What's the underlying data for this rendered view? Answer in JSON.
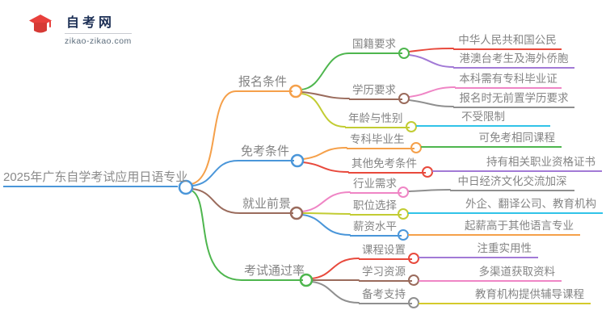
{
  "logo": {
    "title": "自考网",
    "domain": "zikao-zikao.com"
  },
  "root": {
    "label": "2025年广东自学考试应用日语专业"
  },
  "colors": {
    "blue": "#4a96d9",
    "orange": "#f5a04a",
    "brown": "#9a6b5c",
    "green": "#4eb64e",
    "olive": "#c2cc33",
    "red": "#e8493c",
    "purple": "#a27ad6",
    "pink": "#ef85c5",
    "cyan": "#31c3e8",
    "gray": "#8f8f8f",
    "yellow": "#d4ca2c",
    "text": "#848484"
  },
  "branches": [
    {
      "label": "报名条件",
      "children": [
        {
          "label": "国籍要求",
          "children": [
            {
              "label": "中华人民共和国公民"
            },
            {
              "label": "港澳台考生及海外侨胞"
            }
          ]
        },
        {
          "label": "学历要求",
          "children": [
            {
              "label": "本科需有专科毕业证"
            },
            {
              "label": "报名时无前置学历要求"
            }
          ]
        },
        {
          "label": "年龄与性别",
          "children": [
            {
              "label": "不受限制"
            }
          ]
        }
      ]
    },
    {
      "label": "免考条件",
      "children": [
        {
          "label": "专科毕业生",
          "children": [
            {
              "label": "可免考相同课程"
            }
          ]
        },
        {
          "label": "其他免考条件",
          "children": [
            {
              "label": "持有相关职业资格证书"
            }
          ]
        }
      ]
    },
    {
      "label": "就业前景",
      "children": [
        {
          "label": "行业需求",
          "children": [
            {
              "label": "中日经济文化交流加深"
            }
          ]
        },
        {
          "label": "职位选择",
          "children": [
            {
              "label": "外企、翻译公司、教育机构"
            }
          ]
        },
        {
          "label": "薪资水平",
          "children": [
            {
              "label": "起薪高于其他语言专业"
            }
          ]
        }
      ]
    },
    {
      "label": "考试通过率",
      "children": [
        {
          "label": "课程设置",
          "children": [
            {
              "label": "注重实用性"
            }
          ]
        },
        {
          "label": "学习资源",
          "children": [
            {
              "label": "多渠道获取资料"
            }
          ]
        },
        {
          "label": "备考支持",
          "children": [
            {
              "label": "教育机构提供辅导课程"
            }
          ]
        }
      ]
    }
  ]
}
